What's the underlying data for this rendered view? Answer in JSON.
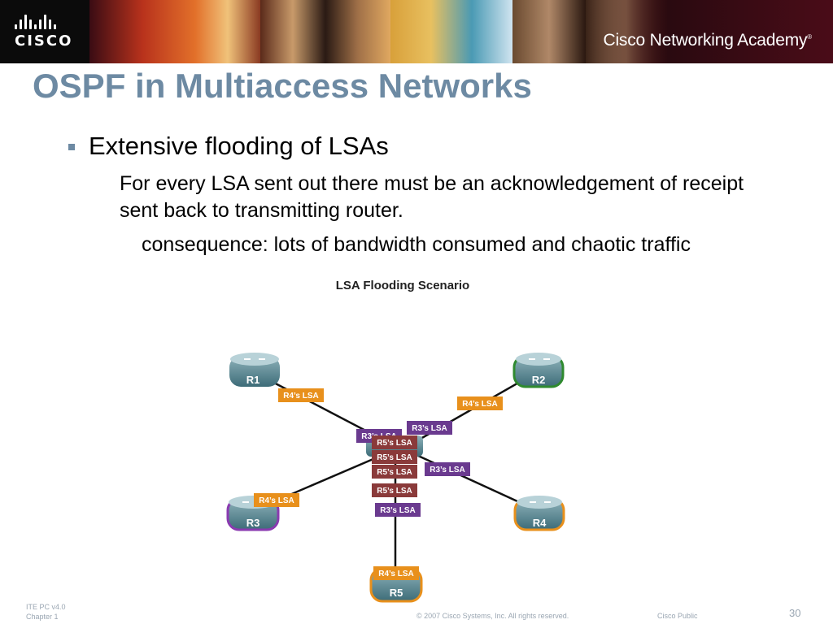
{
  "header": {
    "logo_text": "CISCO",
    "academy": "Cisco Networking Academy",
    "academy_mark": "®"
  },
  "slide": {
    "title": "OSPF in Multiaccess Networks",
    "bullet": "Extensive flooding of LSAs",
    "sub_text": "For every LSA sent out there must be an acknowledgement of receipt sent back to transmitting router.",
    "consequence": "consequence:  lots of bandwidth consumed and chaotic traffic"
  },
  "diagram": {
    "title": "LSA Flooding Scenario",
    "routers": [
      "R1",
      "R2",
      "R3",
      "R4",
      "R5"
    ],
    "lsa_labels": {
      "r4": "R4’s LSA",
      "r3": "R3’s LSA",
      "r5": "R5’s LSA",
      "r3_partial": "R3’s LSA"
    },
    "colors": {
      "r4": "#e8901c",
      "r3": "#6a3a8f",
      "r5": "#8a3a3a"
    }
  },
  "footer": {
    "line1": "ITE PC v4.0",
    "line2": "Chapter 1",
    "copyright": "© 2007 Cisco Systems, Inc. All rights reserved.",
    "public": "Cisco Public",
    "page": "30"
  }
}
